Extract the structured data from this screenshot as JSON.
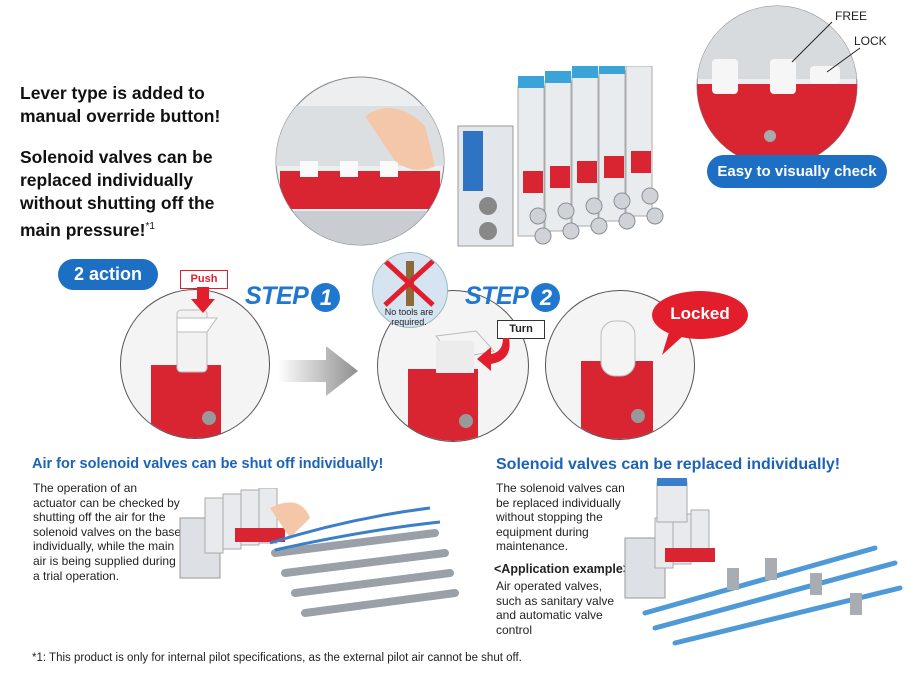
{
  "headline": {
    "line1a": "Lever type is added to",
    "line1b": "manual override button!",
    "line2a": "Solenoid valves can be",
    "line2b": "replaced individually",
    "line2c": "without shutting off the",
    "line2d": "main pressure!",
    "footnote_mark": "*1"
  },
  "callouts": {
    "free": "FREE",
    "lock": "LOCK",
    "easy_check": "Easy to visually check"
  },
  "steps": {
    "action_badge": "2 action",
    "push": "Push",
    "step_word": "STEP",
    "step1_num": "1",
    "step2_num": "2",
    "no_tools": "No tools are required.",
    "turn": "Turn",
    "locked": "Locked"
  },
  "left_section": {
    "title": "Air for solenoid valves can be shut off individually!",
    "body": "The operation of an actuator can be checked by shutting off the air for the solenoid valves on the base individually, while the main air is being supplied during a trial operation."
  },
  "right_section": {
    "title": "Solenoid valves can be replaced individually!",
    "body": "The solenoid valves can be replaced individually without stopping the equipment during maintenance.",
    "example_label": "<Application example>",
    "example_body": "Air operated valves, such as sanitary valve and automatic valve control"
  },
  "footnote": "*1: This product is only for internal pilot specifications, as the external pilot air cannot be shut off.",
  "colors": {
    "blue": "#1d6fc4",
    "red": "#d92431",
    "accent_red": "#e21e2c"
  }
}
